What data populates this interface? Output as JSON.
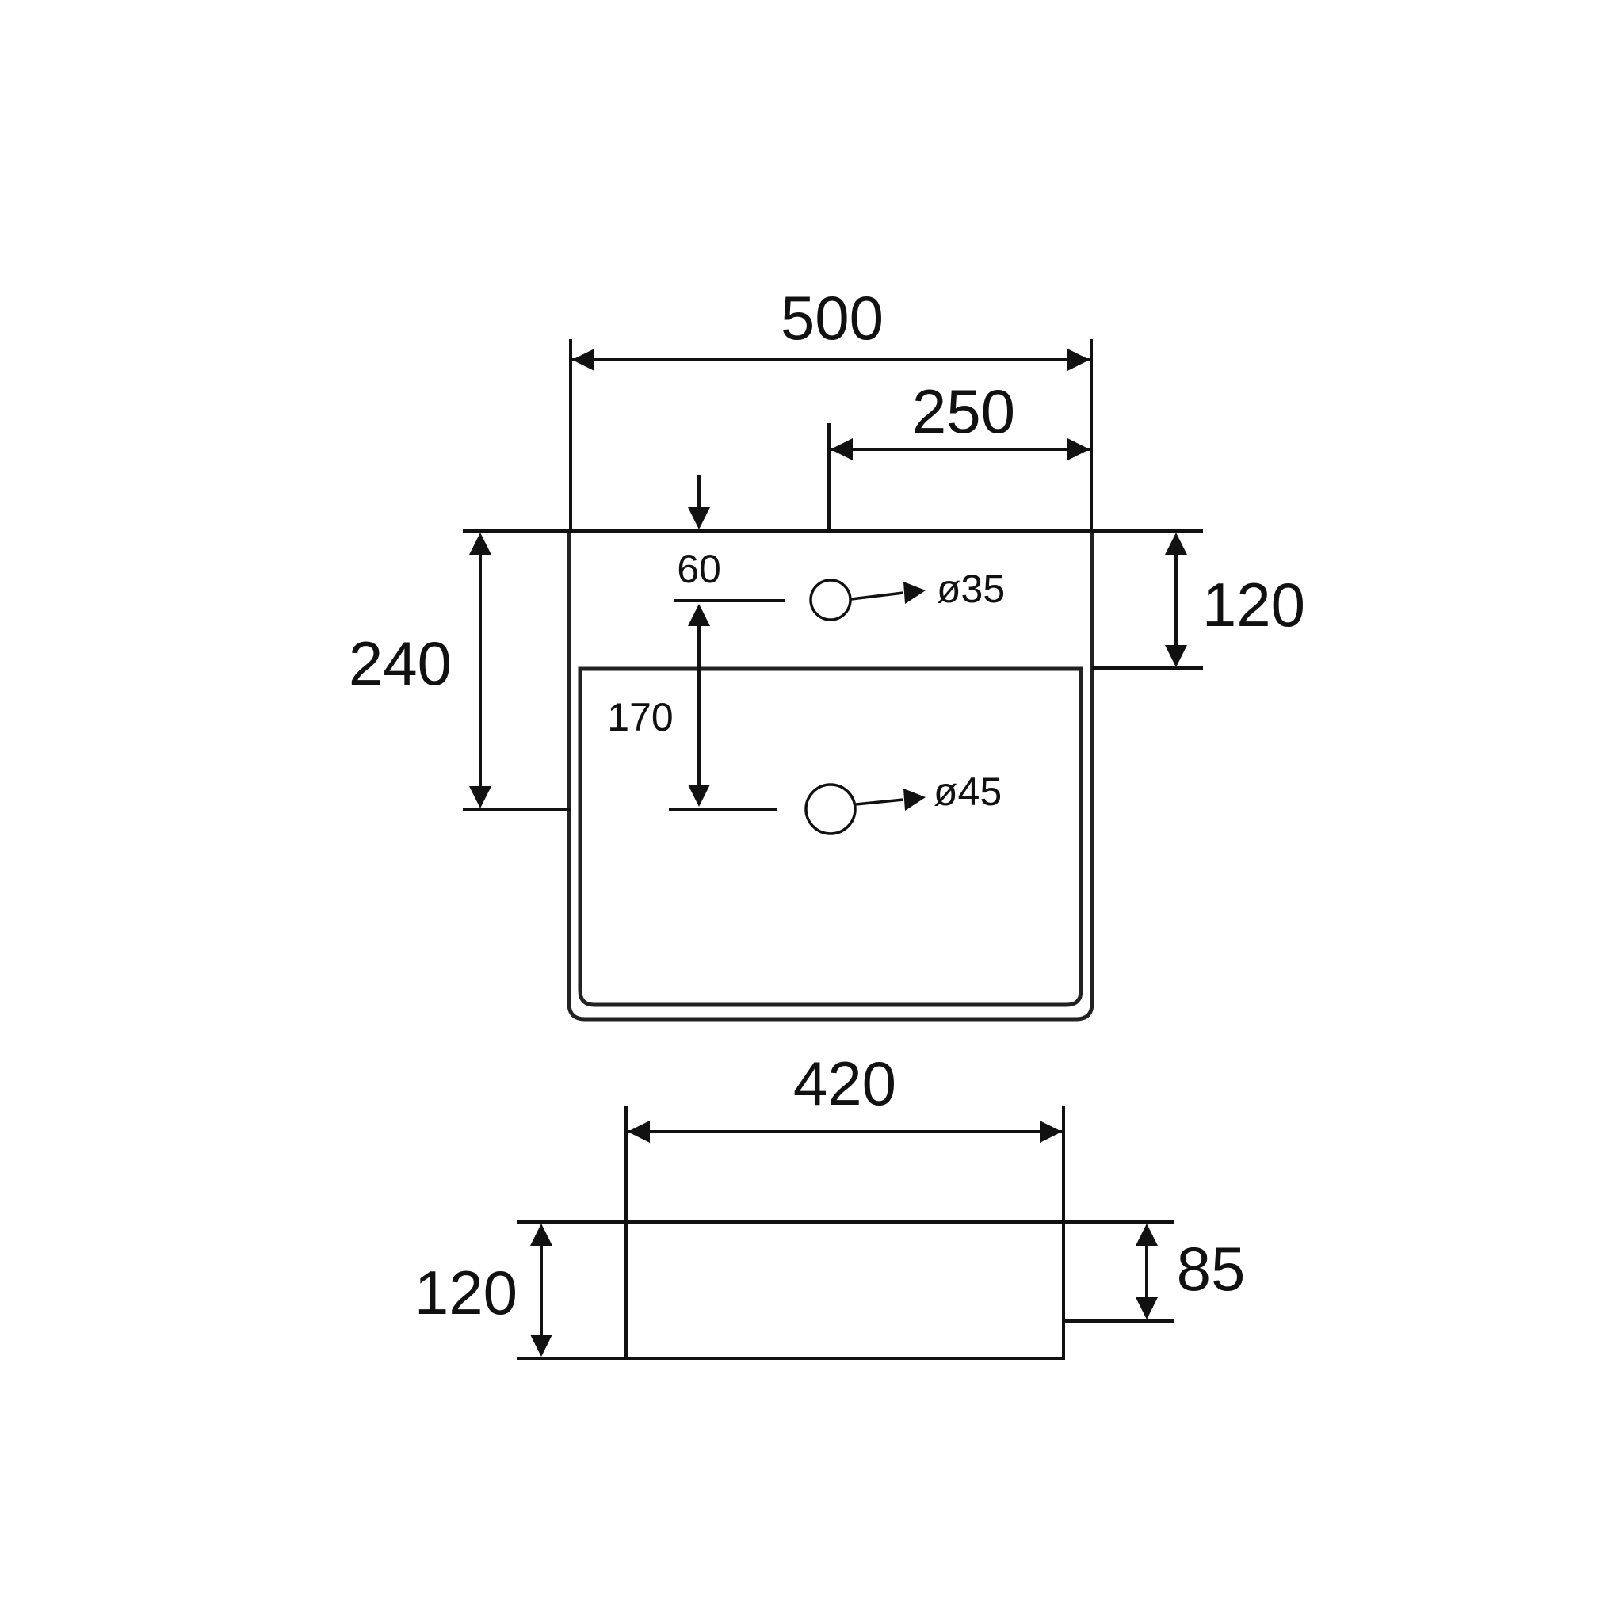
{
  "colors": {
    "line": "#111111",
    "background": "#ffffff"
  },
  "dimensions": {
    "overall_width": "500",
    "tap_offset_right": "250",
    "tap_hole_from_back": "60",
    "deck_depth": "120",
    "waste_from_back": "240",
    "waste_from_tap": "170",
    "tap_hole_diameter": "ø35",
    "waste_hole_diameter": "ø45",
    "base_width": "420",
    "overall_height": "120",
    "bowl_depth": "85"
  }
}
